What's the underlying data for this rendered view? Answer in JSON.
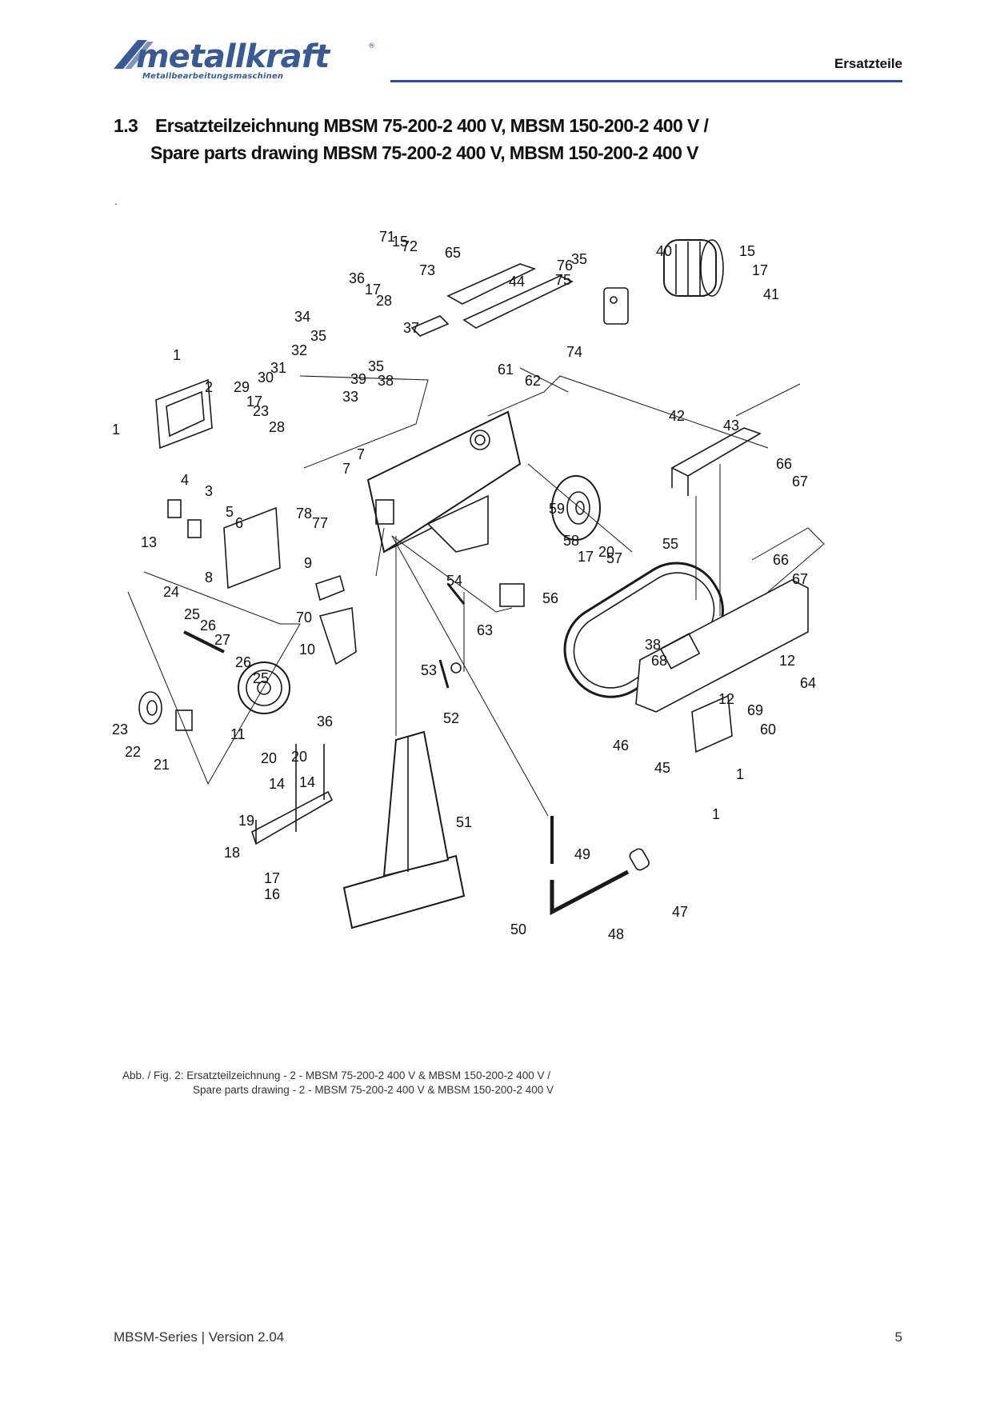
{
  "header": {
    "logo_name": "metallkraft",
    "logo_tagline": "Metallbearbeitungsmaschinen",
    "section_name": "Ersatzteile",
    "accent_color": "#2f4f9d"
  },
  "heading": {
    "number": "1.3",
    "line1": "Ersatzteilzeichnung MBSM 75-200-2 400 V, MBSM 150-200-2 400 V /",
    "line2": "Spare parts drawing MBSM 75-200-2 400 V, MBSM 150-200-2 400 V"
  },
  "stray_mark": ".",
  "drawing": {
    "callouts": [
      "71",
      "15",
      "72",
      "65",
      "73",
      "36",
      "17",
      "28",
      "34",
      "35",
      "37",
      "44",
      "32",
      "31",
      "30",
      "39",
      "33",
      "35",
      "38",
      "1",
      "2",
      "1",
      "29",
      "17",
      "23",
      "28",
      "4",
      "3",
      "5",
      "6",
      "7",
      "7",
      "78",
      "77",
      "13",
      "8",
      "9",
      "24",
      "25",
      "26",
      "27",
      "26",
      "25",
      "70",
      "10",
      "11",
      "23",
      "22",
      "21",
      "36",
      "20",
      "20",
      "14",
      "14",
      "19",
      "18",
      "17",
      "16",
      "40",
      "76",
      "35",
      "75",
      "74",
      "15",
      "17",
      "41",
      "61",
      "62",
      "42",
      "43",
      "66",
      "67",
      "55",
      "59",
      "58",
      "17",
      "20",
      "57",
      "54",
      "56",
      "63",
      "53",
      "52",
      "66",
      "67",
      "38",
      "68",
      "12",
      "64",
      "12",
      "69",
      "60",
      "46",
      "45",
      "1",
      "1",
      "51",
      "49",
      "47",
      "50",
      "48"
    ]
  },
  "caption": {
    "line1": "Abb. / Fig. 2: Ersatzteilzeichnung - 2 - MBSM 75-200-2 400 V & MBSM 150-200-2 400 V /",
    "line2": "Spare parts drawing - 2 - MBSM 75-200-2 400 V & MBSM 150-200-2 400 V"
  },
  "footer": {
    "series": "MBSM-Series | Version 2.04",
    "page_number": "5"
  }
}
